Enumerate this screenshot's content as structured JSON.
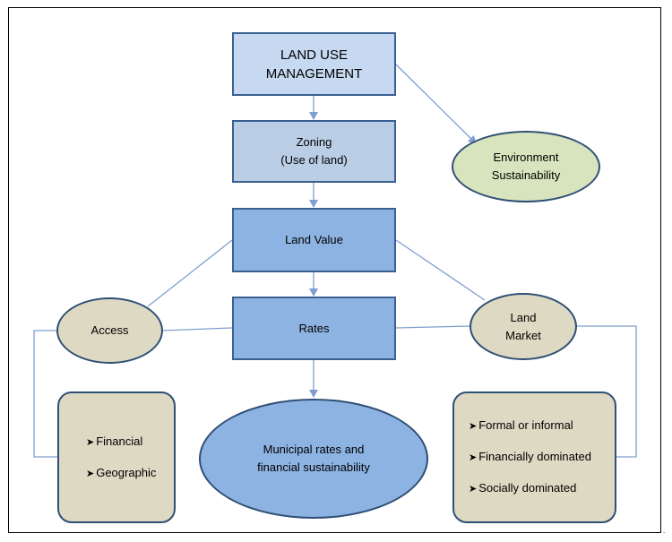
{
  "nodes": {
    "land_use_management": "LAND USE\nMANAGEMENT",
    "zoning": "Zoning\n(Use of land)",
    "land_value": "Land Value",
    "rates": "Rates",
    "environment": "Environment\nSustainability",
    "access": "Access",
    "land_market": "Land\nMarket",
    "municipal": "Municipal rates and\nfinancial sustainability"
  },
  "access_box": {
    "items": [
      "Financial",
      "Geographic"
    ]
  },
  "market_box": {
    "items": [
      "Formal or informal",
      "Financially dominated",
      "Socially dominated"
    ]
  },
  "bullet_icon": "arrowhead-bullet-icon",
  "trailing_mark": ".",
  "colors": {
    "top_box": "#c6d9f1",
    "mid_box": "#b9cde5",
    "blue_box": "#8db3e2",
    "environment_fill": "#d7e4bd",
    "tan_fill": "#ddd9c3",
    "connector": "#7f9fcf"
  }
}
